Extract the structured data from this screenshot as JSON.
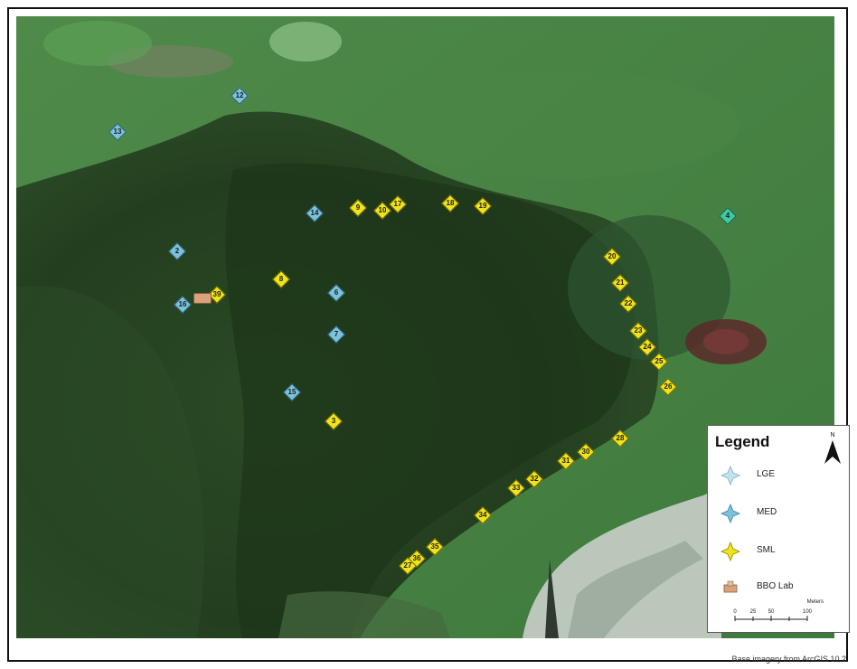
{
  "legend": {
    "title": "Legend",
    "items": [
      {
        "label": "LGE",
        "symbol": "cross-light-blue"
      },
      {
        "label": "MED",
        "symbol": "cross-blue"
      },
      {
        "label": "SML",
        "symbol": "cross-yellow"
      },
      {
        "label": "BBO Lab",
        "symbol": "building-tan"
      }
    ],
    "north_label": "N",
    "scale": {
      "units": "Meters",
      "ticks": [
        "0",
        "25",
        "50",
        "100"
      ]
    }
  },
  "caption": "Base imagery from ArcGIS 10.2",
  "colors": {
    "sml": "#f0e31a",
    "med": "#7bc2dc",
    "lge": "#3ec9a0",
    "lab": "#d9a27a"
  },
  "markers": [
    {
      "id": "12",
      "class": "med"
    },
    {
      "id": "13",
      "class": "med"
    },
    {
      "id": "14",
      "class": "med"
    },
    {
      "id": "2",
      "class": "med"
    },
    {
      "id": "16",
      "class": "med"
    },
    {
      "id": "6",
      "class": "med"
    },
    {
      "id": "7",
      "class": "med"
    },
    {
      "id": "15",
      "class": "med"
    },
    {
      "id": "4",
      "class": "lge"
    },
    {
      "id": "9",
      "class": "sml"
    },
    {
      "id": "10",
      "class": "sml"
    },
    {
      "id": "17",
      "class": "sml"
    },
    {
      "id": "18",
      "class": "sml"
    },
    {
      "id": "19",
      "class": "sml"
    },
    {
      "id": "8",
      "class": "sml"
    },
    {
      "id": "39",
      "class": "sml"
    },
    {
      "id": "3",
      "class": "sml"
    },
    {
      "id": "20",
      "class": "sml"
    },
    {
      "id": "21",
      "class": "sml"
    },
    {
      "id": "22",
      "class": "sml"
    },
    {
      "id": "23",
      "class": "sml"
    },
    {
      "id": "24",
      "class": "sml"
    },
    {
      "id": "25",
      "class": "sml"
    },
    {
      "id": "26",
      "class": "sml"
    },
    {
      "id": "28",
      "class": "sml"
    },
    {
      "id": "30",
      "class": "sml"
    },
    {
      "id": "31",
      "class": "sml"
    },
    {
      "id": "32",
      "class": "sml"
    },
    {
      "id": "33",
      "class": "sml"
    },
    {
      "id": "34",
      "class": "sml"
    },
    {
      "id": "35",
      "class": "sml"
    },
    {
      "id": "36",
      "class": "sml"
    },
    {
      "id": "27",
      "class": "sml"
    }
  ]
}
